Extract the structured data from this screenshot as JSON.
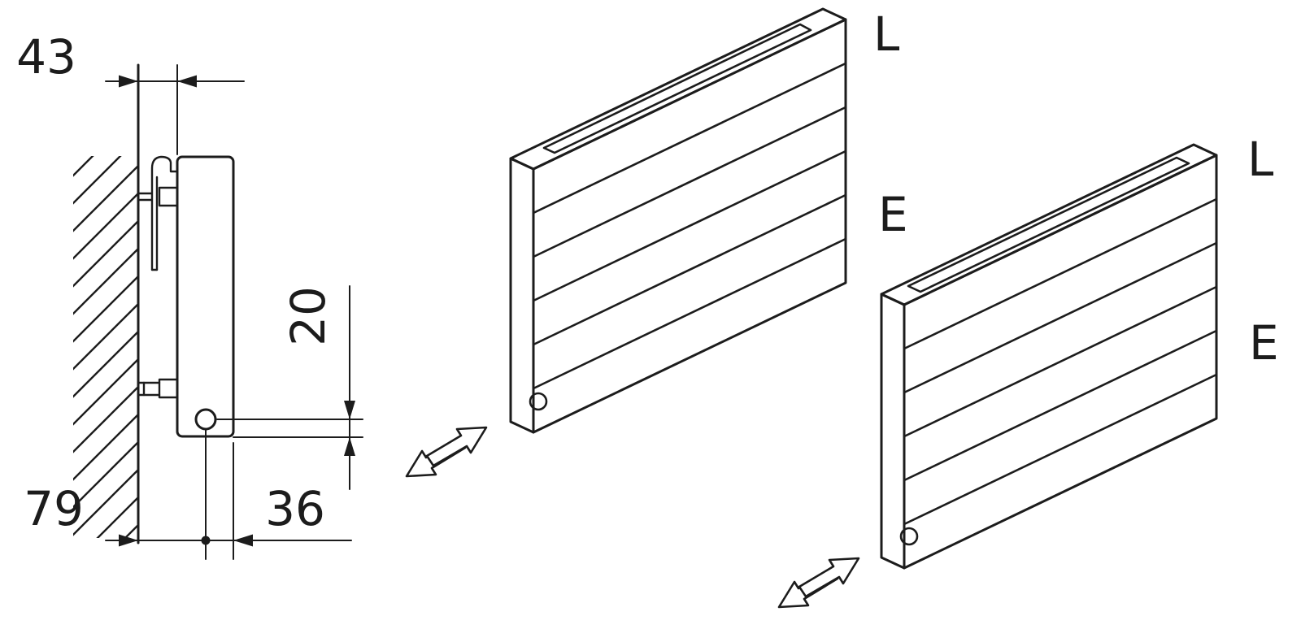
{
  "colors": {
    "line": "#1c1c1c",
    "bg": "#ffffff"
  },
  "side_view": {
    "dim_top": "43",
    "dim_pipe": "20",
    "dim_bottom_left": "79",
    "dim_bottom_right": "36"
  },
  "radiator_plain_top": {
    "label_top": "L",
    "label_side": "E"
  },
  "radiator_grille_top": {
    "label_top": "L",
    "label_side": "E"
  }
}
